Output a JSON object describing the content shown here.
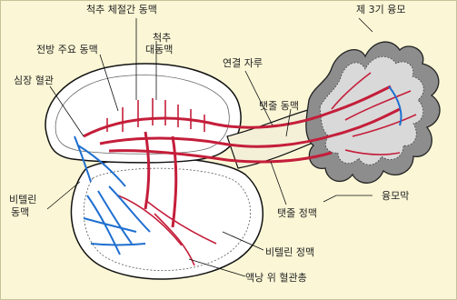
{
  "colors": {
    "background": "#fbf7d6",
    "artery": "#c41e3a",
    "vein": "#1f6fd0",
    "placenta_tissue": "#8d8d8d",
    "outline": "#111111"
  },
  "labels": {
    "spinal_intersegmental_artery": "척추 체절간 동맥",
    "spinal_dorsal_aorta_line1": "척추",
    "spinal_dorsal_aorta_line2": "대동맥",
    "umbilical_cord": "연결 자루",
    "chorion_3rd": "제 3기 융모",
    "anterior_main_artery": "전방 주요 동맥",
    "heart_vessel": "심장 혈관",
    "umbilical_artery": "탯줄 동맥",
    "vitelline_artery_line1": "비텔린",
    "vitelline_artery_line2": "동맥",
    "umbilical_vein": "탯줄 정맥",
    "placenta": "융모막",
    "vitelline_vein": "비텔린 정맥",
    "yolk_sac_vessels": "액낭 위 혈관총"
  },
  "icons": [
    "embryo-illustration",
    "chorionic-villus",
    "yolk-sac",
    "vessel-network"
  ]
}
